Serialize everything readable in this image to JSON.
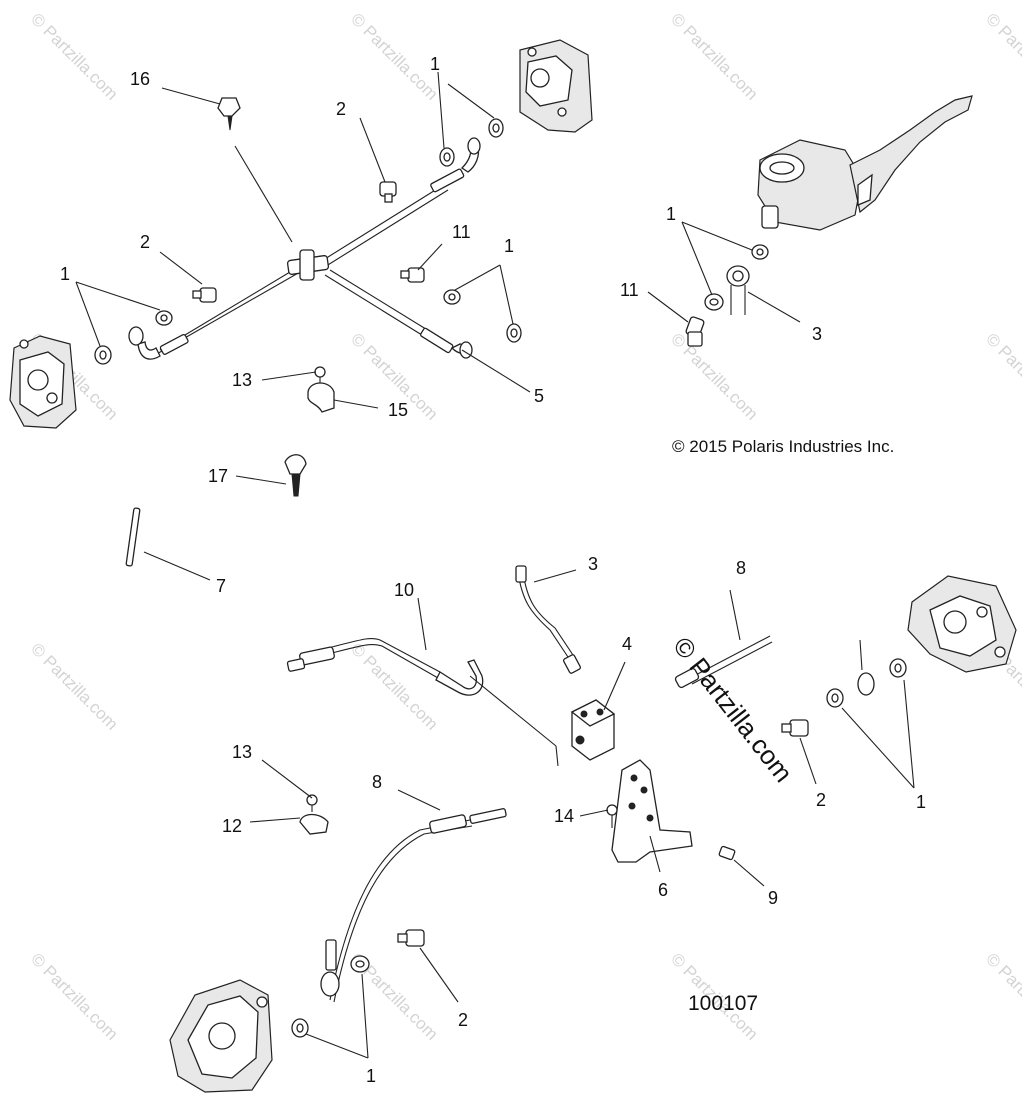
{
  "copyright": "© 2015 Polaris Industries Inc.",
  "part_number": "100107",
  "watermark_diagonal": "© Partzilla.com",
  "watermark_tile": "© Partzilla.com",
  "callouts": {
    "c16": "16",
    "c2a": "2",
    "c1a": "1",
    "c2b": "2",
    "c11a": "11",
    "c1b": "1",
    "c1c": "1",
    "c13a": "13",
    "c15": "15",
    "c5": "5",
    "c1d": "1",
    "c11b": "11",
    "c3a": "3",
    "c17": "17",
    "c7": "7",
    "c10": "10",
    "c3b": "3",
    "c8a": "8",
    "c4": "4",
    "c13b": "13",
    "c8b": "8",
    "c12": "12",
    "c14": "14",
    "c6": "6",
    "c9": "9",
    "c2c": "2",
    "c1e": "1",
    "c2d": "2",
    "c1f": "1"
  }
}
